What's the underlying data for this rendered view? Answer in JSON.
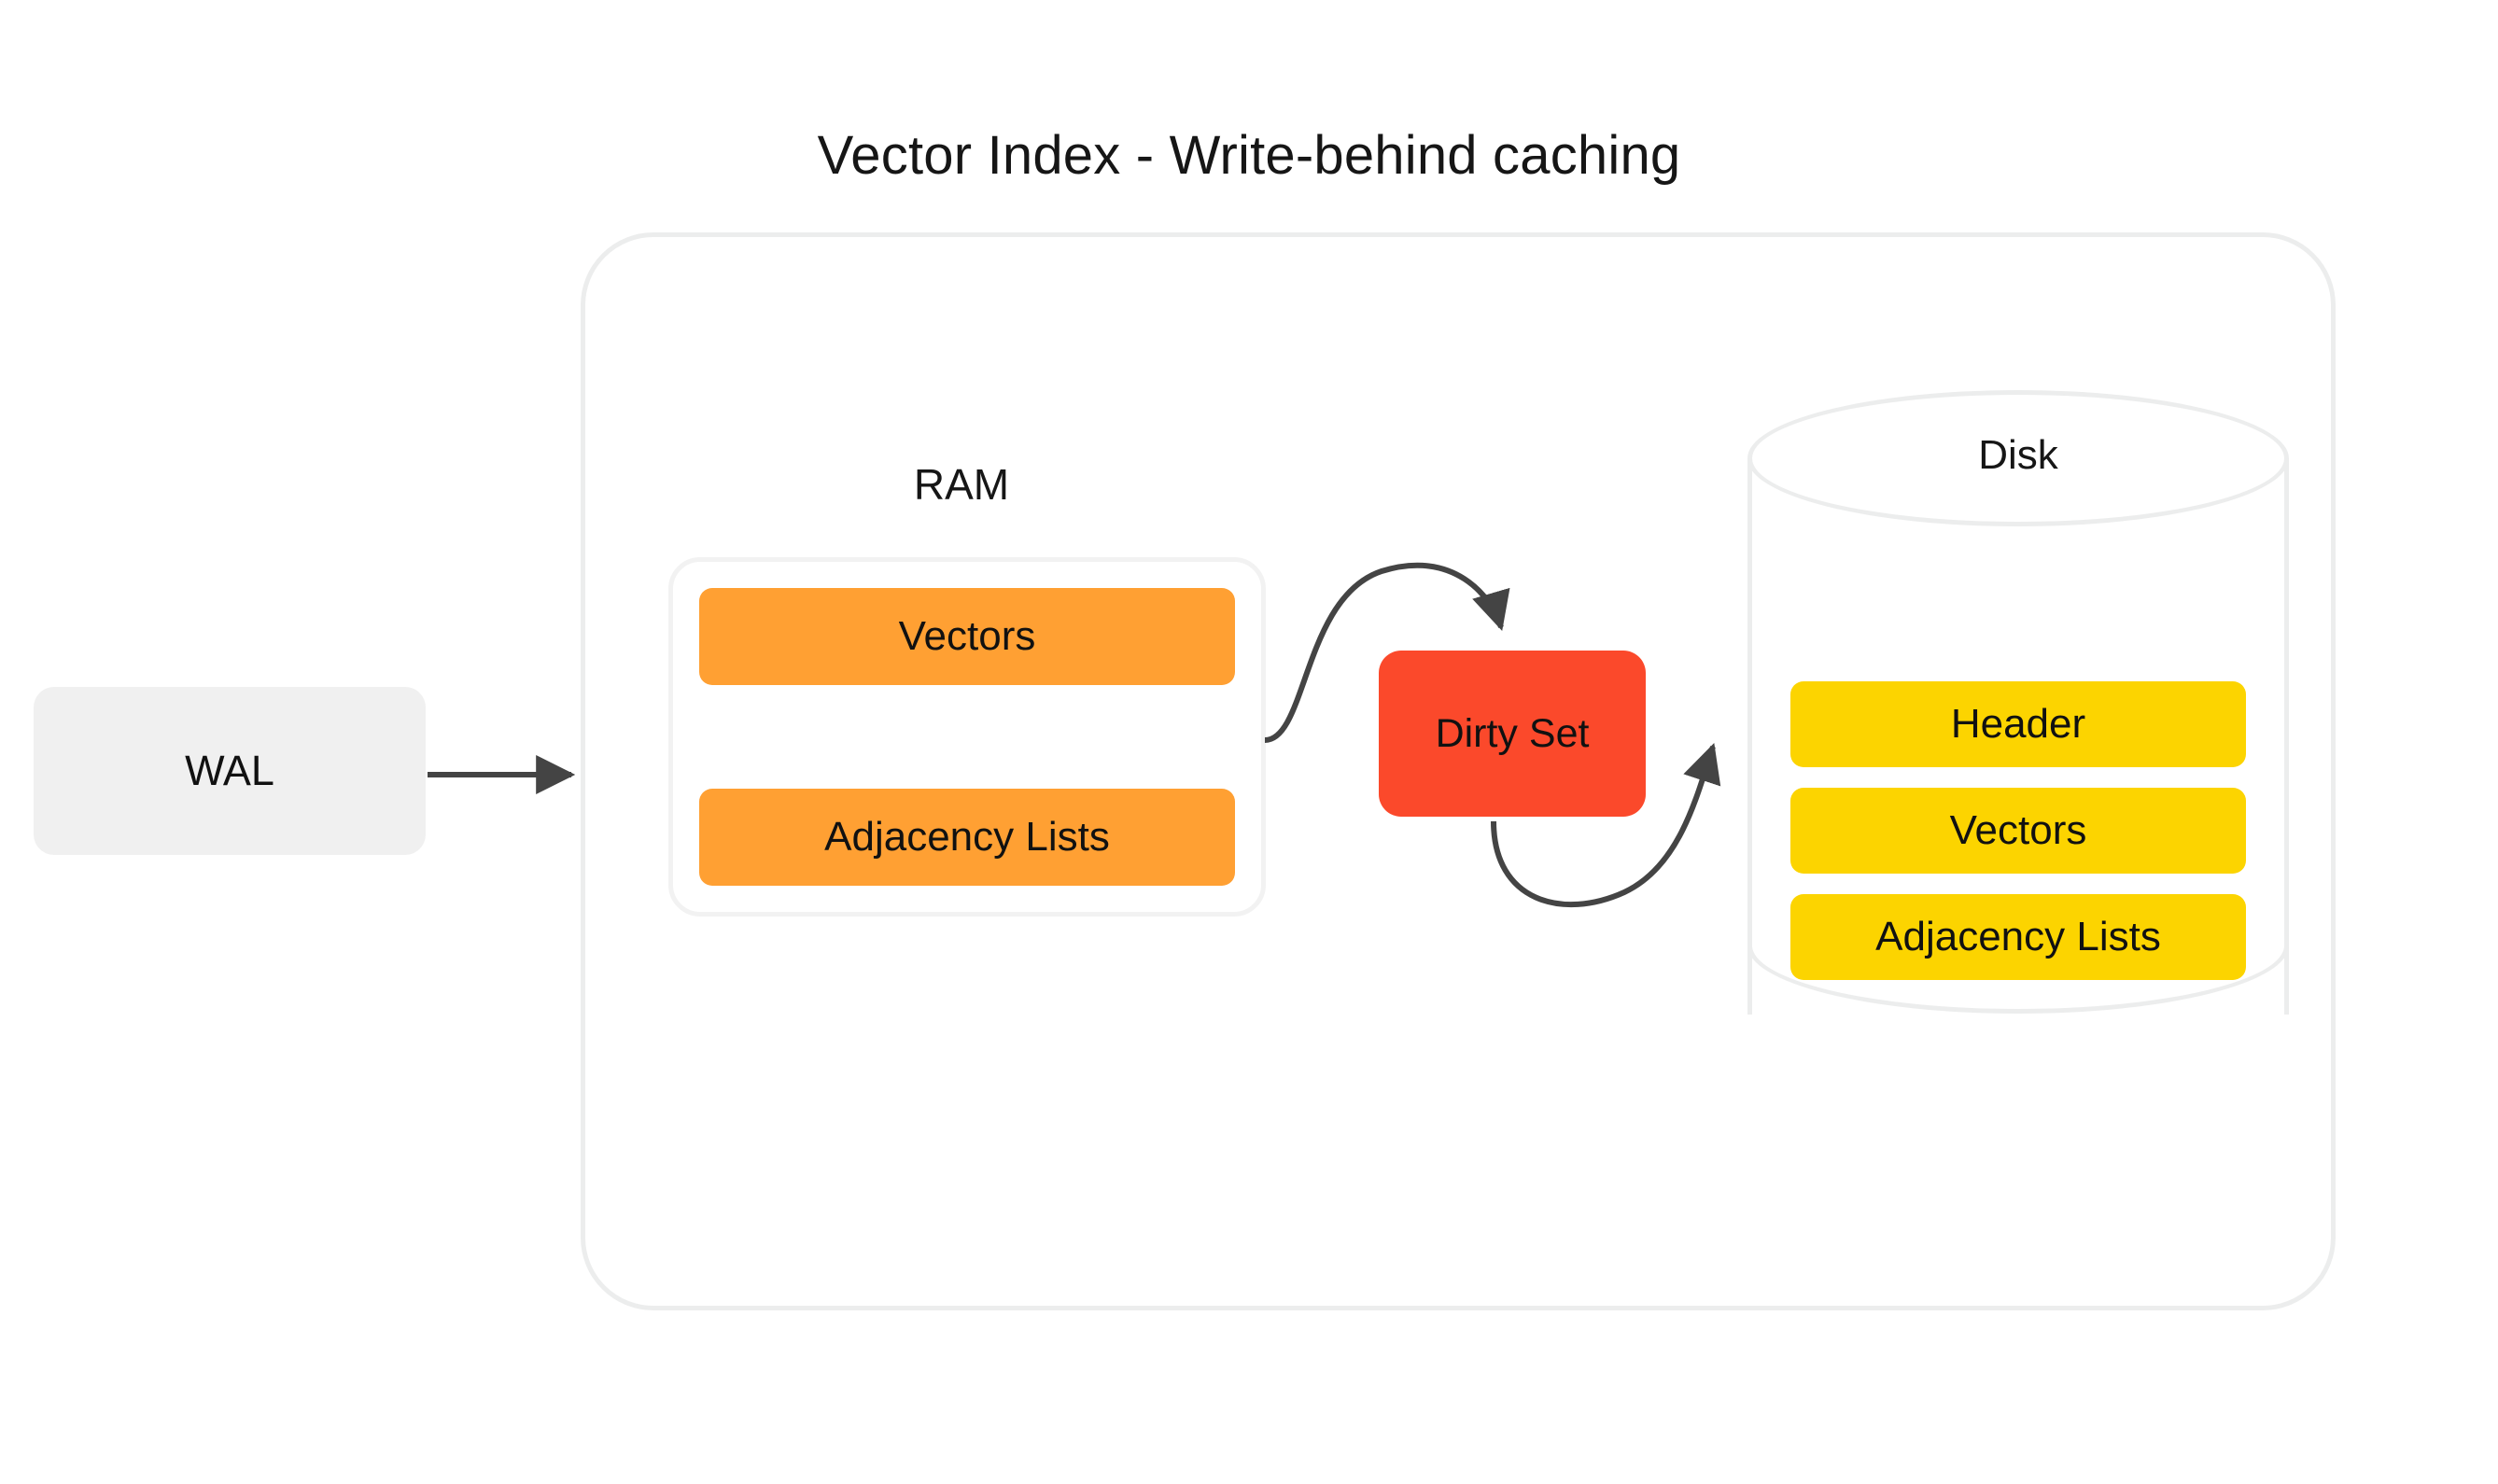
{
  "title": "Vector Index - Write-behind caching",
  "colors": {
    "ram_item": "#FFA033",
    "dirty_set": "#FB492B",
    "disk_item": "#FCD400",
    "wal_fill": "#F0F0F0",
    "container_border": "#ECEDED",
    "arrow": "#444444",
    "text": "#111111"
  },
  "nodes": {
    "wal": {
      "label": "WAL"
    },
    "ram": {
      "label": "RAM",
      "items": [
        {
          "label": "Vectors"
        },
        {
          "label": "Adjacency Lists"
        }
      ]
    },
    "dirty_set": {
      "label": "Dirty Set"
    },
    "disk": {
      "label": "Disk",
      "items": [
        {
          "label": "Header"
        },
        {
          "label": "Vectors"
        },
        {
          "label": "Adjacency Lists"
        }
      ]
    }
  },
  "edges": [
    {
      "name": "wal-to-ram",
      "from": "WAL",
      "to": "RAM",
      "style": "straight-arrow"
    },
    {
      "name": "ram-to-dirty-set",
      "from": "RAM",
      "to": "Dirty Set",
      "style": "curved-arrow"
    },
    {
      "name": "dirty-set-to-disk",
      "from": "Dirty Set",
      "to": "Disk",
      "style": "curved-arrow"
    }
  ]
}
